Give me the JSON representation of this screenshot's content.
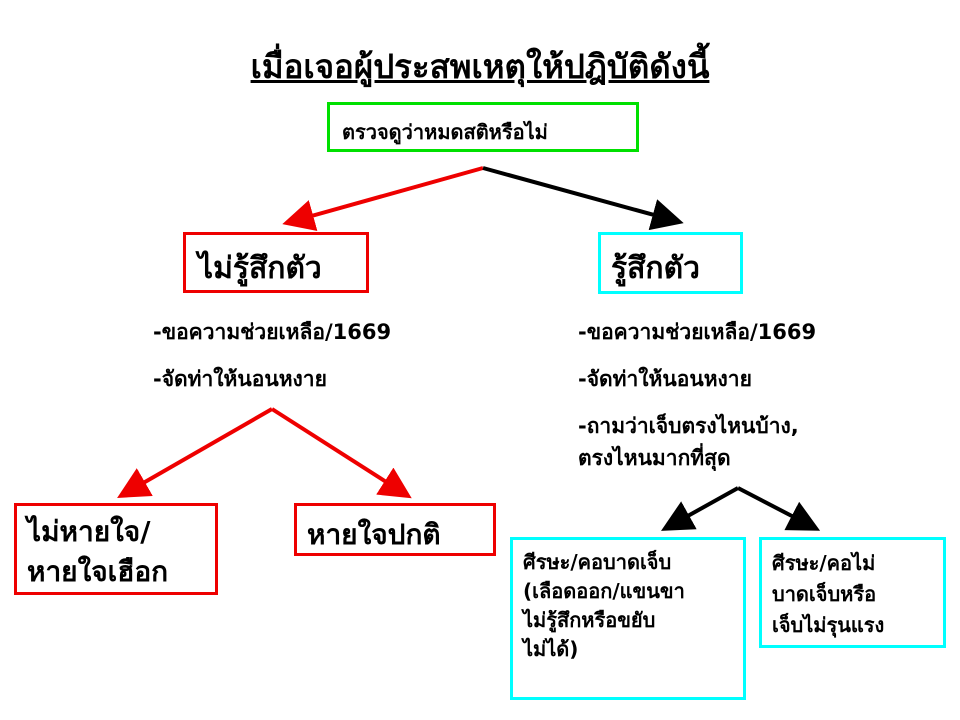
{
  "title": "เมื่อเจอผู้ประสพเหตุให้ปฎิบัติดังนี้",
  "check_box": "ตรวจดูว่าหมดสติหรือไม่",
  "unconscious": {
    "label": "ไม่รู้สึกตัว",
    "steps": [
      "-ขอความช่วยเหลือ/1669",
      "-จัดท่าให้นอนหงาย"
    ],
    "not_breathing": [
      "ไม่หายใจ/",
      "หายใจเฮือก"
    ],
    "breathing": "หายใจปกติ"
  },
  "conscious": {
    "label": "รู้สึกตัว",
    "steps": [
      "-ขอความช่วยเหลือ/1669",
      "-จัดท่าให้นอนหงาย",
      "-ถามว่าเจ็บตรงไหนบ้าง,",
      "ตรงไหนมากที่สุด"
    ],
    "serious": [
      "ศีรษะ/คอบาดเจ็บ",
      "(เลือดออก/แขนขา",
      "ไม่รู้สึกหรือขยับ",
      "ไม่ได้)"
    ],
    "minor": [
      "ศีรษะ/คอไม่",
      "บาดเจ็บหรือ",
      "เจ็บไม่รุนแรง"
    ]
  },
  "colors": {
    "red": "#ee0000",
    "black": "#000000",
    "green": "#00e000",
    "cyan": "#00ffff"
  }
}
